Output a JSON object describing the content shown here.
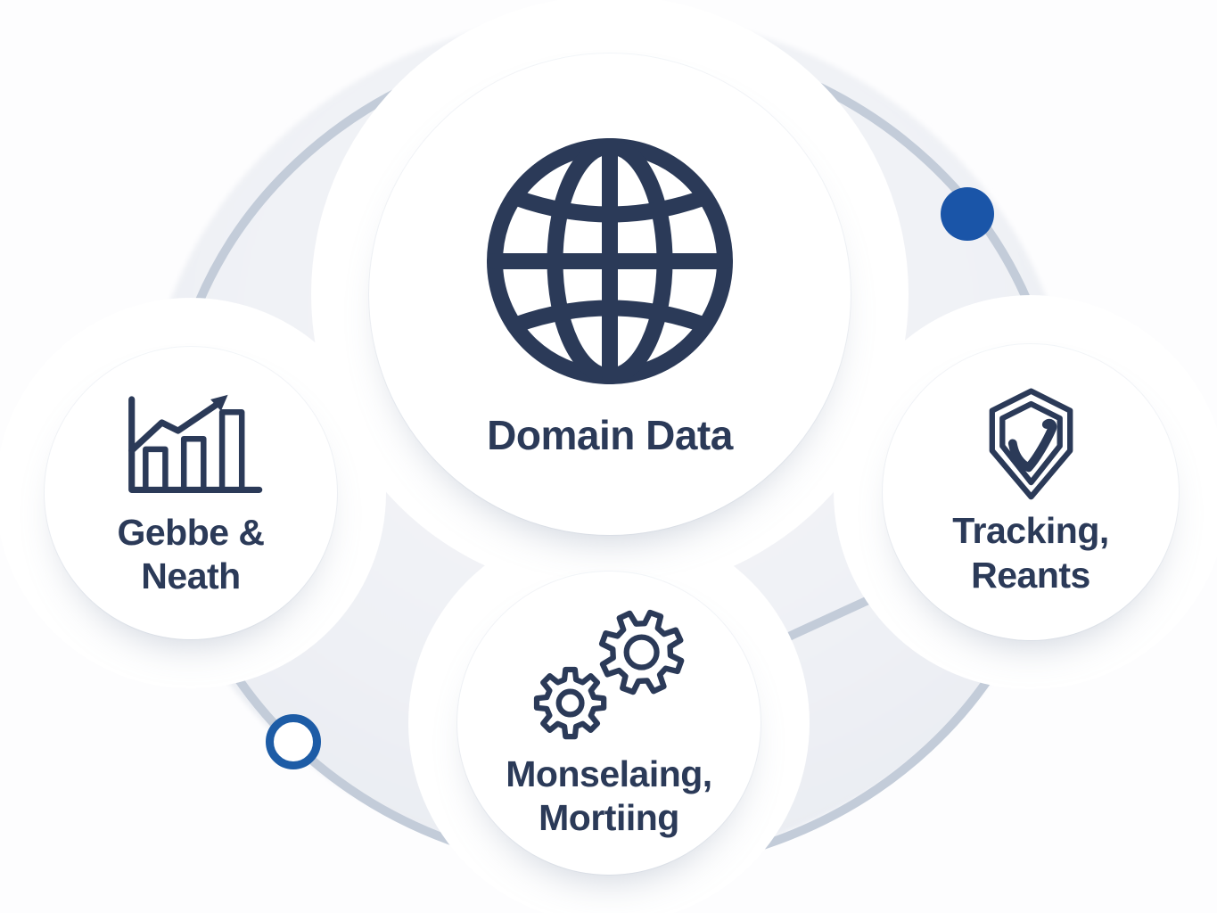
{
  "diagram": {
    "type": "circular-orbit-infographic",
    "center_node": {
      "label": "Domain Data",
      "icon": "globe-icon"
    },
    "left_node": {
      "label_line1": "Gebbe &",
      "label_line2": "Neath",
      "icon": "growth-chart-icon"
    },
    "right_node": {
      "label_line1": "Tracking,",
      "label_line2": "Reants",
      "icon": "shield-check-icon"
    },
    "bottom_node": {
      "label_line1": "Monselaing,",
      "label_line2": "Mortiing",
      "icon": "gears-icon"
    },
    "markers": {
      "filled_dot": "solid blue dot on orbit, upper right",
      "outlined_dot": "hollow blue circle on orbit, lower left"
    },
    "colors": {
      "navy": "#2b3a58",
      "accent_blue": "#1a55a8",
      "accent_blue_outline": "#1d5ca6",
      "orbit_gray": "#c3ccd9",
      "body_gray": "#eff1f5",
      "node_fill": "#ffffff",
      "background": "#fdfdfe"
    }
  }
}
